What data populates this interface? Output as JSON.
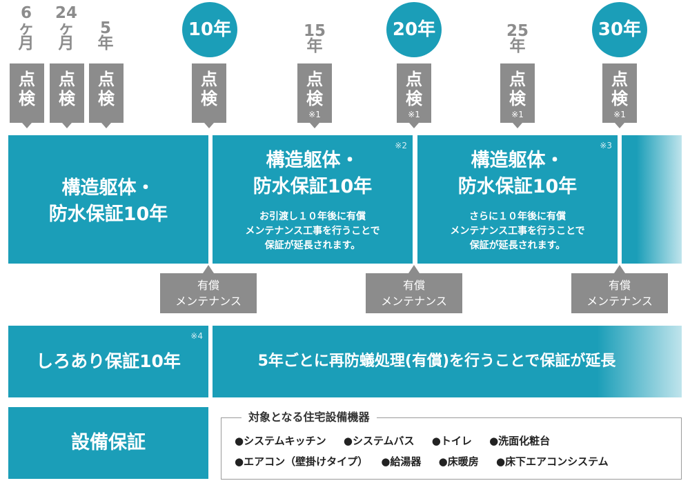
{
  "timeline": {
    "m6": [
      "6",
      "ヶ",
      "月"
    ],
    "m24": [
      "24",
      "ヶ",
      "月"
    ],
    "y5": [
      "5",
      "年"
    ],
    "y10": "10年",
    "y15": [
      "15",
      "年"
    ],
    "y20": "20年",
    "y25": [
      "25",
      "年"
    ],
    "y30": "30年"
  },
  "inspection": {
    "label_top": "点",
    "label_bottom": "検",
    "note": "※1"
  },
  "structure_warranty": {
    "first": {
      "line1": "構造躯体・",
      "line2": "防水保証10年"
    },
    "second": {
      "line1": "構造躯体・",
      "line2": "防水保証10年",
      "mark": "※2",
      "desc": [
        "お引渡し１０年後に有償",
        "メンテナンス工事を行うことで",
        "保証が延長されます。"
      ]
    },
    "third": {
      "line1": "構造躯体・",
      "line2": "防水保証10年",
      "mark": "※3",
      "desc": [
        "さらに１０年後に有償",
        "メンテナンス工事を行うことで",
        "保証が延長されます。"
      ]
    }
  },
  "maintenance": {
    "line1": "有償",
    "line2": "メンテナンス"
  },
  "termite": {
    "title": "しろあり保証10年",
    "mark": "※4",
    "extension": "5年ごとに再防蟻処理(有償)を行うことで保証が延長"
  },
  "equipment": {
    "title": "設備保証",
    "box_title": "対象となる住宅設備機器",
    "row1": [
      "●システムキッチン",
      "●システムバス",
      "●トイレ",
      "●洗面化粧台"
    ],
    "row2": [
      "●エアコン（壁掛けタイプ）",
      "●給湯器",
      "●床暖房",
      "●床下エアコンシステム"
    ]
  },
  "colors": {
    "accent": "#1b9eb8",
    "gray": "#8c8c8c"
  }
}
